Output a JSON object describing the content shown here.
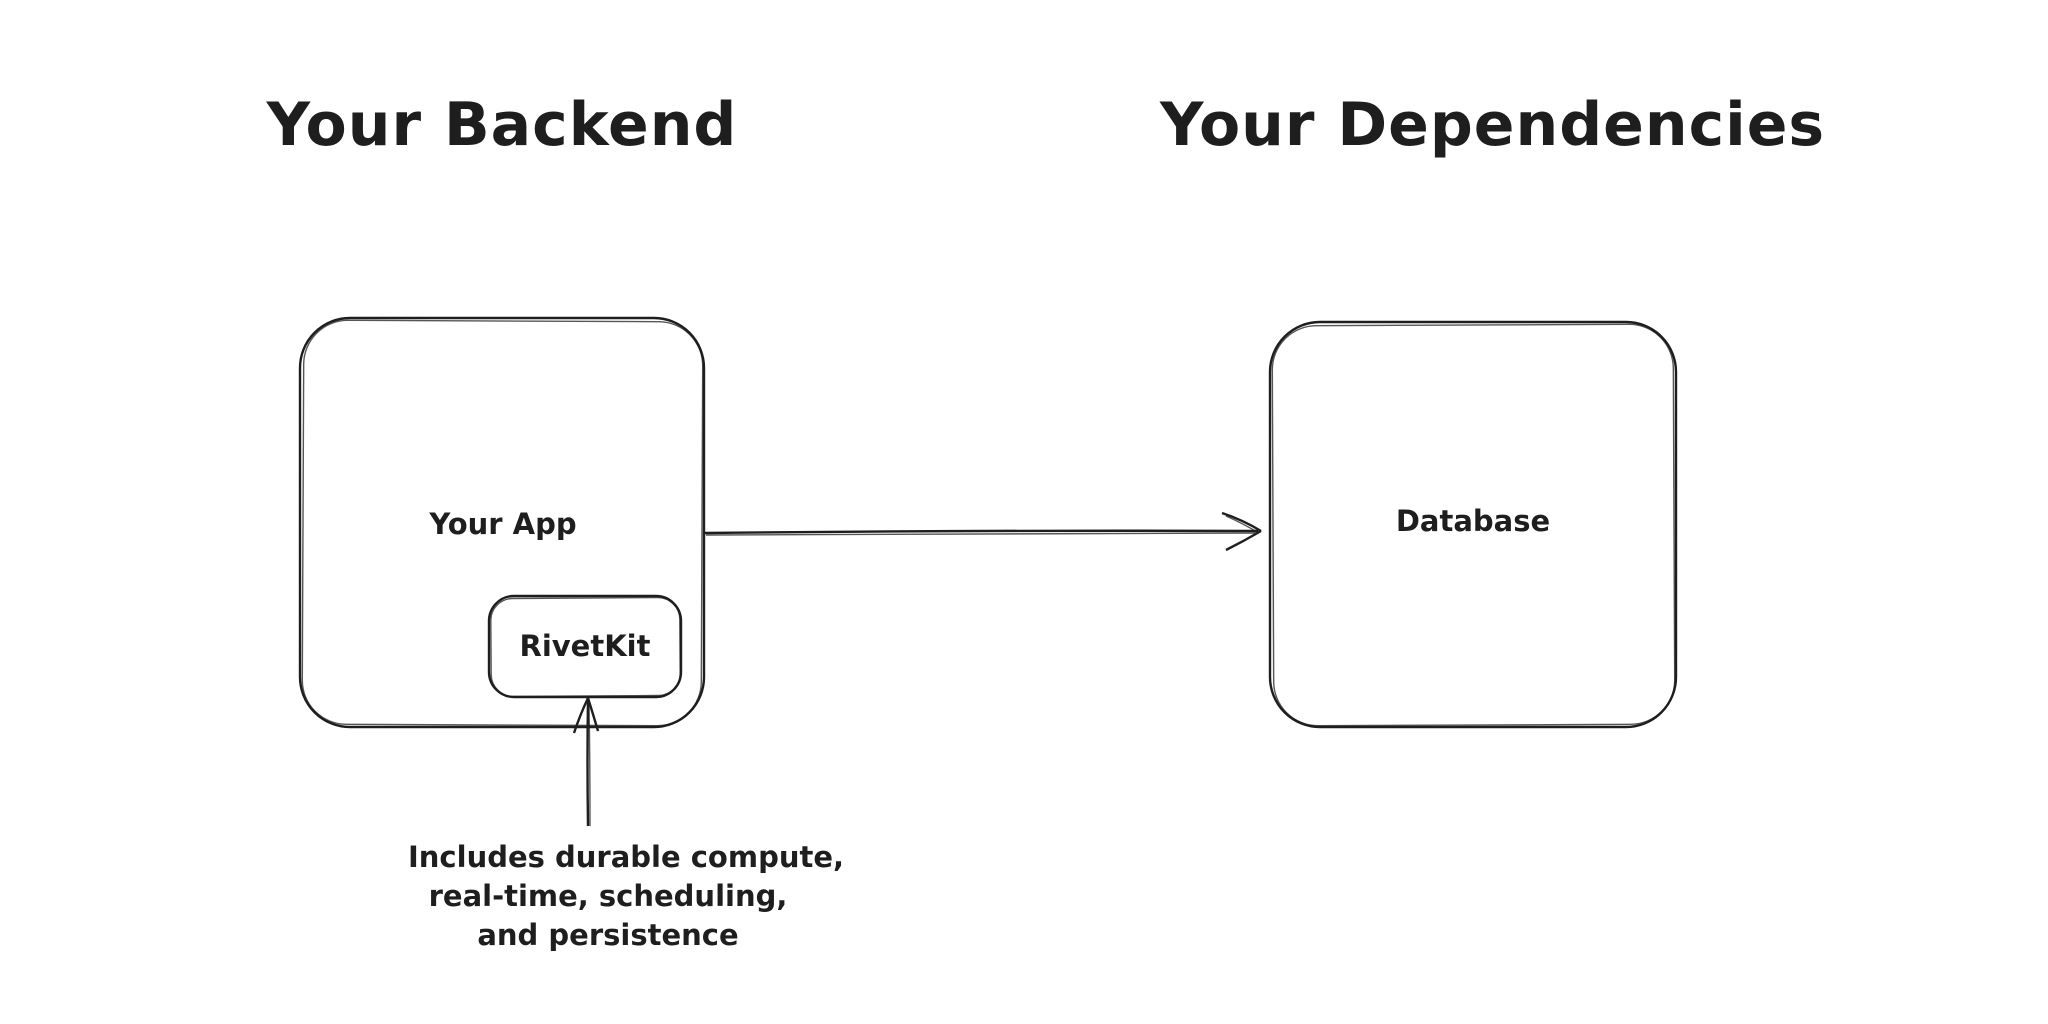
{
  "canvas": {
    "background": "#ffffff",
    "stroke_color": "#1e1e1e",
    "style": "hand-drawn whiteboard diagram"
  },
  "sections": {
    "backend": {
      "title": "Your Backend"
    },
    "dependencies": {
      "title": "Your Dependencies"
    }
  },
  "nodes": {
    "your_app": {
      "label": "Your App"
    },
    "rivetkit": {
      "label": "RivetKit",
      "parent": "Your App"
    },
    "database": {
      "label": "Database"
    }
  },
  "edges": {
    "app_to_database": {
      "from": "Your App",
      "to": "Database",
      "type": "arrow"
    },
    "annotation_to_rivetkit": {
      "from": "annotation",
      "to": "RivetKit",
      "type": "arrow"
    }
  },
  "annotation": {
    "lines": [
      "Includes durable compute,",
      "real-time, scheduling,",
      "and persistence"
    ]
  }
}
